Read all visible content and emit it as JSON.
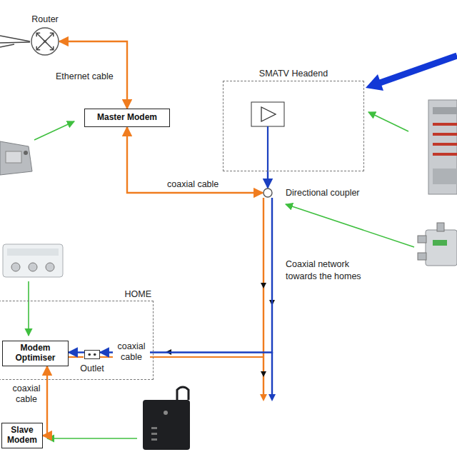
{
  "diagram": {
    "nodes": [
      {
        "text": [
          "Router"
        ]
      },
      {
        "text": [
          "Master Modem"
        ]
      },
      {
        "text": [
          "SMATV Headend"
        ]
      },
      {
        "text": [
          "Directional coupler"
        ]
      },
      {
        "text": [
          "HOME"
        ]
      },
      {
        "text": [
          "Modem Optimiser"
        ],
        "in": 4
      },
      {
        "text": [
          "Outlet"
        ],
        "in": 4
      },
      {
        "text": [
          "Slave Modem"
        ]
      }
    ],
    "edges": [
      {
        "from": 0,
        "to": 1,
        "label": "Ethernet cable",
        "arrow": "both"
      },
      {
        "from": 1,
        "to": 3,
        "label": "coaxial cable",
        "arrow": "both"
      },
      {
        "from": 2,
        "to": 3,
        "arrow": "to"
      },
      {
        "from": 3,
        "to": 6,
        "label": "coaxial cable",
        "arrow": "to"
      },
      {
        "from": 6,
        "to": 5,
        "arrow": "to"
      },
      {
        "from": 5,
        "to": 7,
        "label": "coaxial cable",
        "arrow": "both"
      }
    ],
    "labels": [
      "Coaxial network towards the homes"
    ]
  }
}
